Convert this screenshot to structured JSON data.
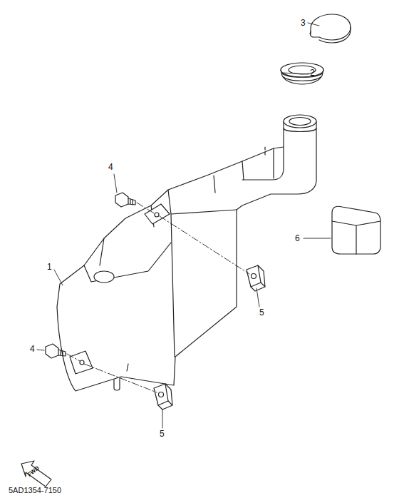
{
  "diagram": {
    "labels": [
      "3",
      "2",
      "4",
      "6",
      "1",
      "5",
      "4",
      "5",
      "FWD",
      "5AD1354-7150"
    ]
  }
}
